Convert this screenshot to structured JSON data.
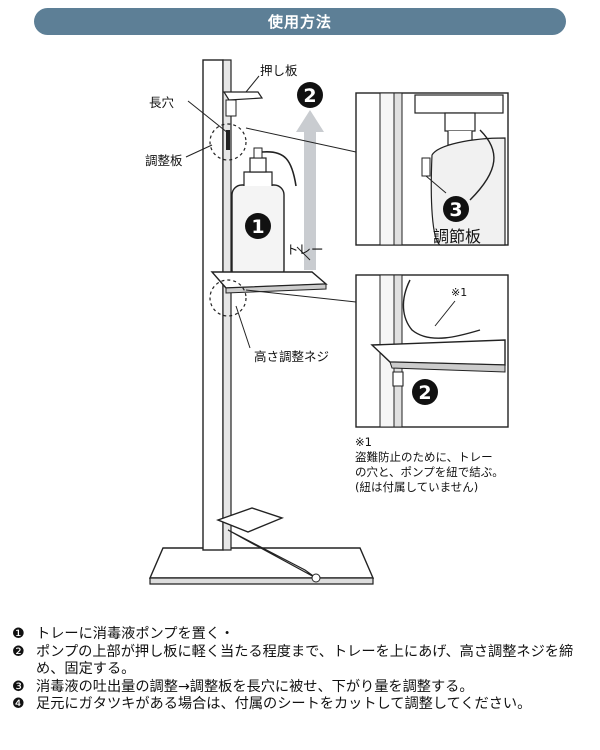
{
  "header": {
    "title": "使用方法"
  },
  "labels": {
    "push_plate": "押し板",
    "long_hole": "長穴",
    "adjust_plate": "調整板",
    "tray": "トレー",
    "height_screw": "高さ調整ネジ",
    "adjust_plate_zoom": "調節板",
    "note_mark": "※1"
  },
  "markers": {
    "m1": "1",
    "m2": "2",
    "m3": "3"
  },
  "note": {
    "mark": "※1",
    "line1": "盗難防止のために、トレー",
    "line2": "の穴と、ポンプを紐で結ぶ。",
    "line3": "(紐は付属していません)"
  },
  "steps": [
    {
      "num": "❶",
      "text": "トレーに消毒液ポンプを置く・"
    },
    {
      "num": "❷",
      "text": "ポンプの上部が押し板に軽く当たる程度まで、トレーを上にあげ、高さ調整ネジを締め、固定する。"
    },
    {
      "num": "❸",
      "text": "消毒液の吐出量の調整→調整板を長穴に被せ、下がり量を調整する。"
    },
    {
      "num": "❹",
      "text": "足元にガタツキがある場合は、付属のシートをカットして調整してください。"
    }
  ],
  "colors": {
    "header_bg": "#5d7f96",
    "arrow": "#c9ccd0"
  }
}
